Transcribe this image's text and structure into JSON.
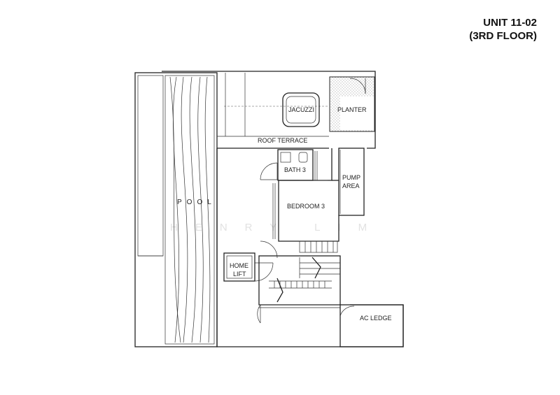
{
  "header": {
    "unit": "UNIT 11-02",
    "floor": "(3RD FLOOR)"
  },
  "rooms": {
    "pool": "POOL",
    "jacuzzi": "JACUZZI",
    "planter": "PLANTER",
    "roof_terrace": "ROOF TERRACE",
    "bath": "BATH 3",
    "pump_line1": "PUMP",
    "pump_line2": "AREA",
    "bedroom": "BEDROOM 3",
    "lift_line1": "HOME",
    "lift_line2": "LIFT",
    "ac_ledge": "AC LEDGE"
  },
  "watermark": "HENRY LIM",
  "colors": {
    "line": "#222222",
    "hatch": "#888888",
    "watermark": "#e2e2e2"
  }
}
